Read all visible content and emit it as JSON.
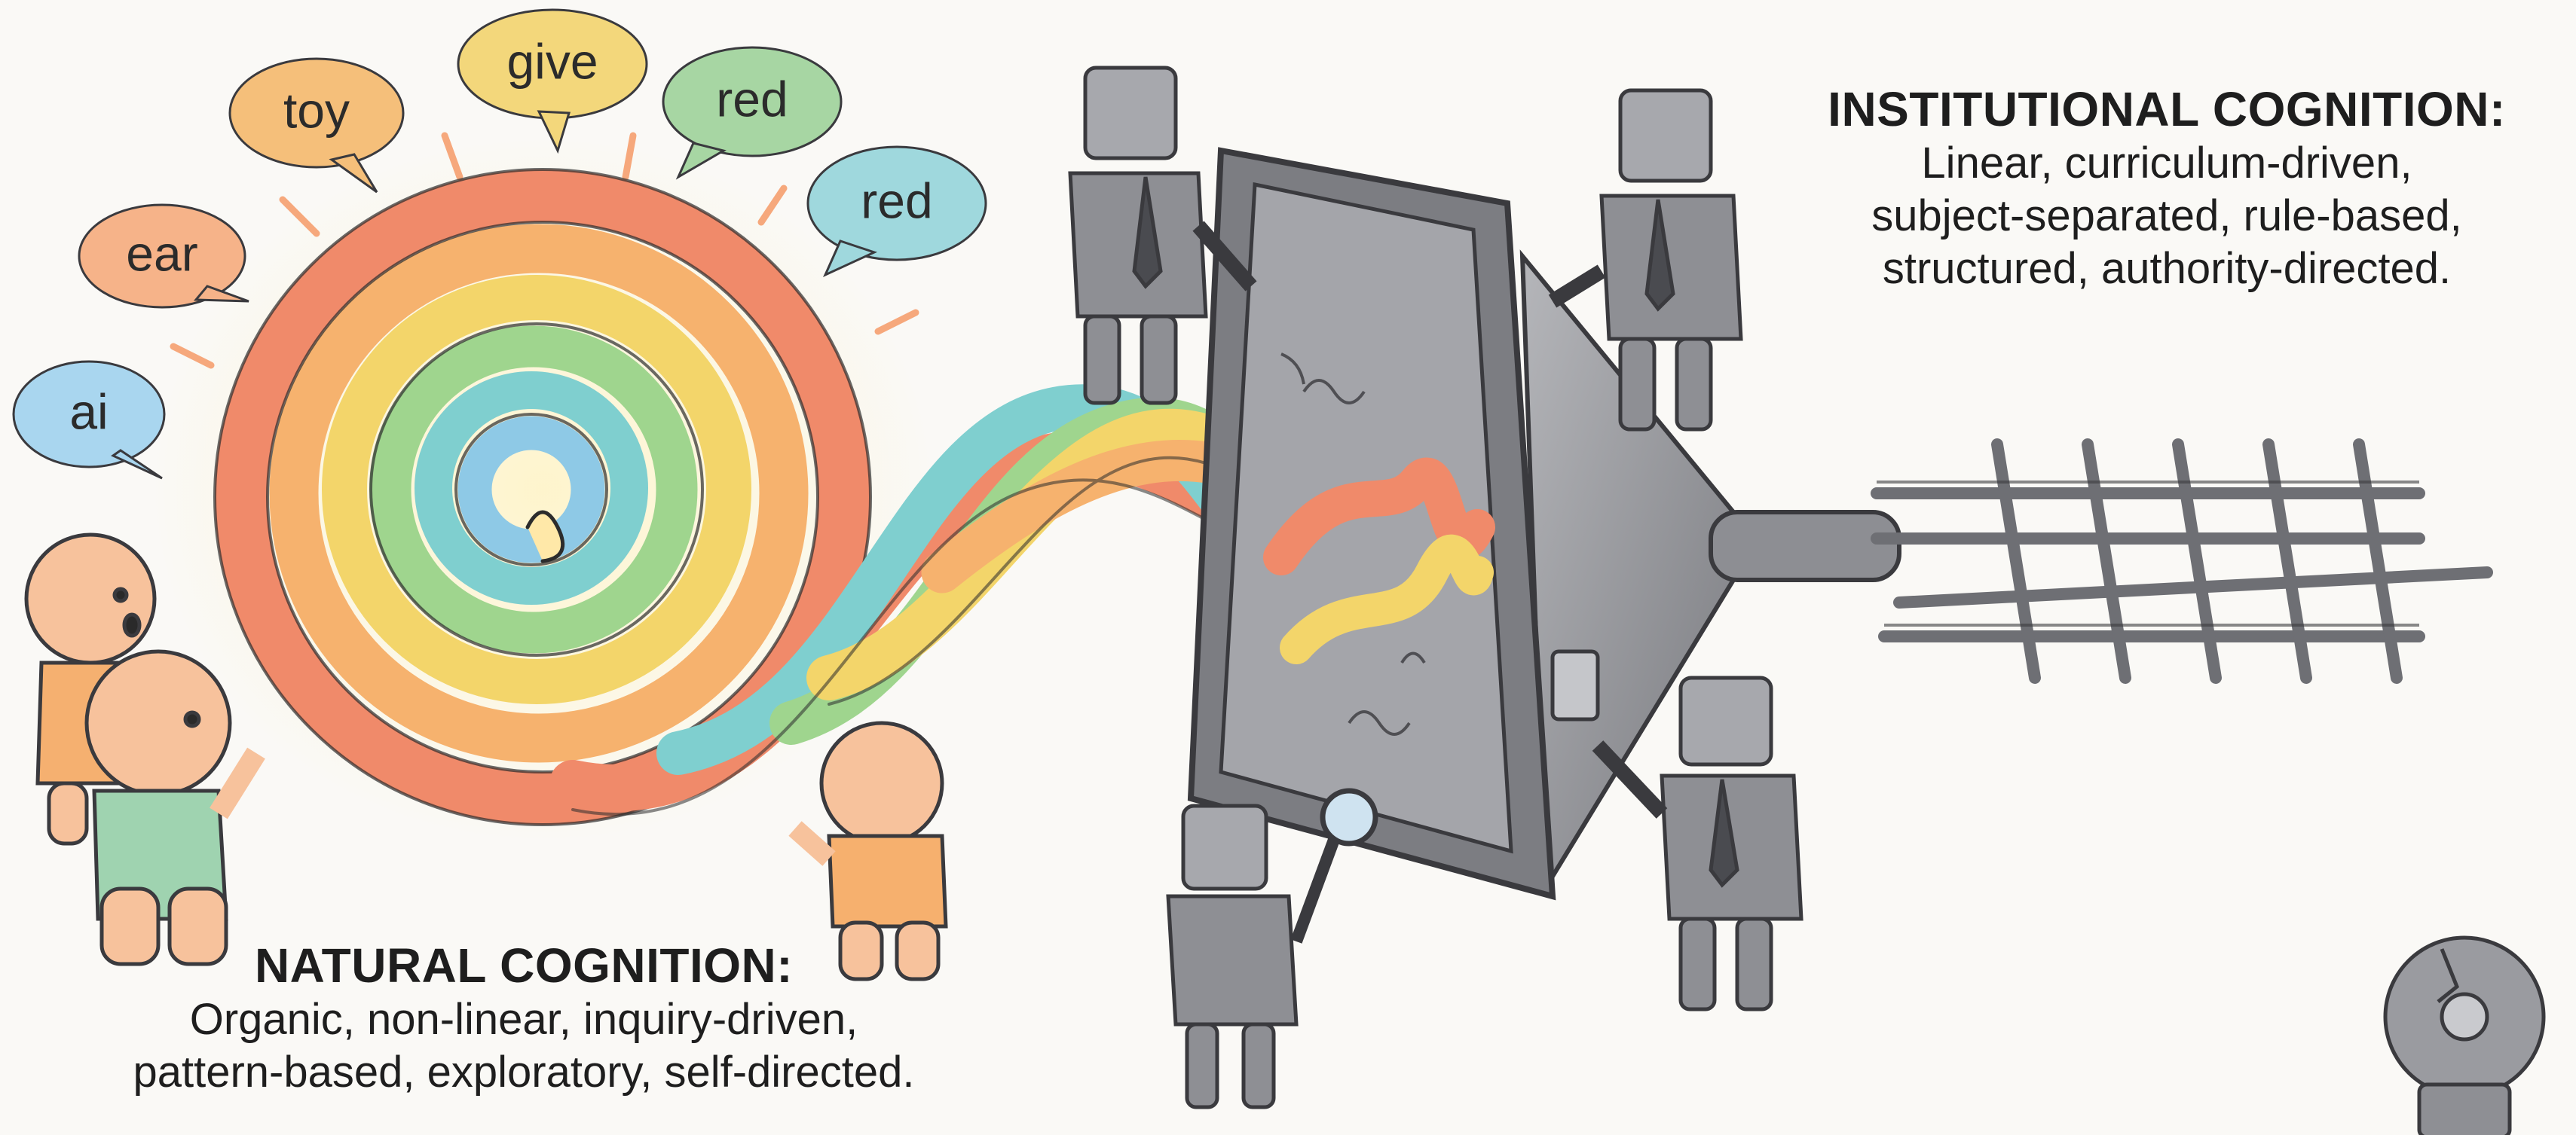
{
  "speech_bubbles": [
    {
      "text": "ai",
      "color": "#a9d6ef"
    },
    {
      "text": "ear",
      "color": "#f6b389"
    },
    {
      "text": "toy",
      "color": "#f5bf7a"
    },
    {
      "text": "give",
      "color": "#f3d77b"
    },
    {
      "text": "red",
      "color": "#a7d6a3"
    },
    {
      "text": "red",
      "color": "#9fd8dd"
    }
  ],
  "natural": {
    "heading": "NATURAL COGNITION:",
    "line1": "Organic, non-linear, inquiry-driven,",
    "line2": "pattern-based, exploratory, self-directed."
  },
  "institutional": {
    "heading": "INSTITUTIONAL COGNITION:",
    "line1": "Linear, curriculum-driven,",
    "line2": "subject-separated, rule-based,",
    "line3": "structured, authority-directed."
  },
  "palette": {
    "spiral_rings": [
      "#f08a6a",
      "#f6b26e",
      "#f3d56a",
      "#9fd58e",
      "#7fcfcf",
      "#8ec9e6"
    ],
    "machine_gray": "#8a8b90",
    "skin": "#f7c29c",
    "grid": "#6e6f74"
  }
}
